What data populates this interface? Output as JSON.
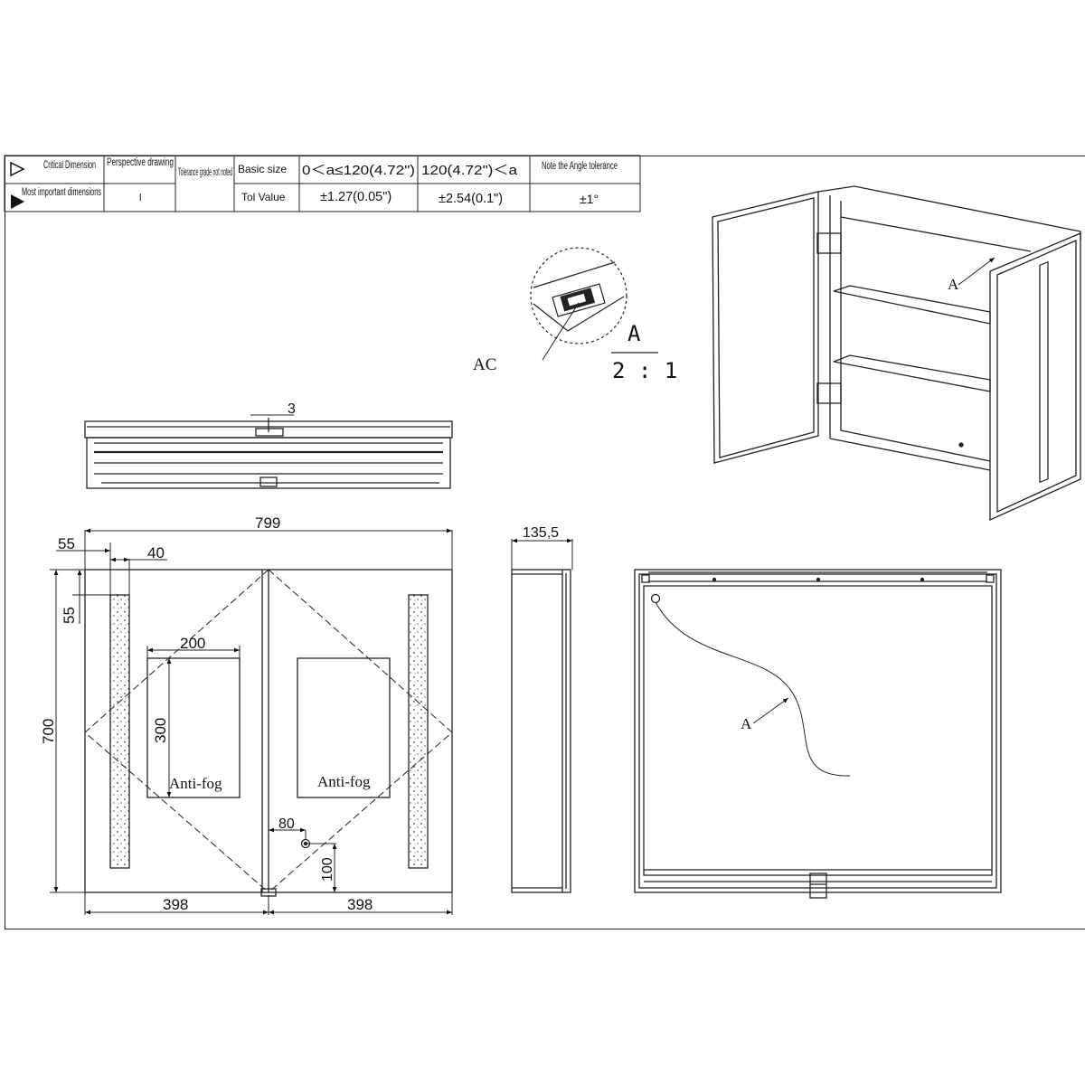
{
  "tolerance_table": {
    "critical_dimension": "Critical Dimension",
    "most_important_dimensions": "Most important dimensions",
    "perspective_drawing": "Perspective drawing",
    "perspective_value": "l",
    "tolerance_grade": "Tolerance grade not noted",
    "basic_size": "Basic size",
    "tol_value": "Tol Value",
    "range_1": "0＜a≤120(4.72\")",
    "range_1_tol": "±1.27(0.05\")",
    "range_2": "120(4.72\")＜a",
    "range_2_tol": "±2.54(0.1\")",
    "angle_header": "Note the Angle tolerance",
    "angle_tol": "±1°"
  },
  "detail": {
    "label": "AC",
    "view": "A",
    "scale": "2 : 1"
  },
  "front_view": {
    "width": "799",
    "height": "700",
    "margin_side": "55",
    "margin_top": "55",
    "strip_width": "40",
    "fog_width": "200",
    "fog_height": "300",
    "anti_fog_left": "Anti-fog",
    "anti_fog_right": "Anti-fog",
    "switch_x": "80",
    "switch_y": "100",
    "door_left": "398",
    "door_right": "398"
  },
  "top_view": {
    "gap": "3"
  },
  "side_view": {
    "depth": "135,5"
  },
  "rear_view": {
    "label": "A"
  },
  "iso_view": {
    "label": "A"
  }
}
